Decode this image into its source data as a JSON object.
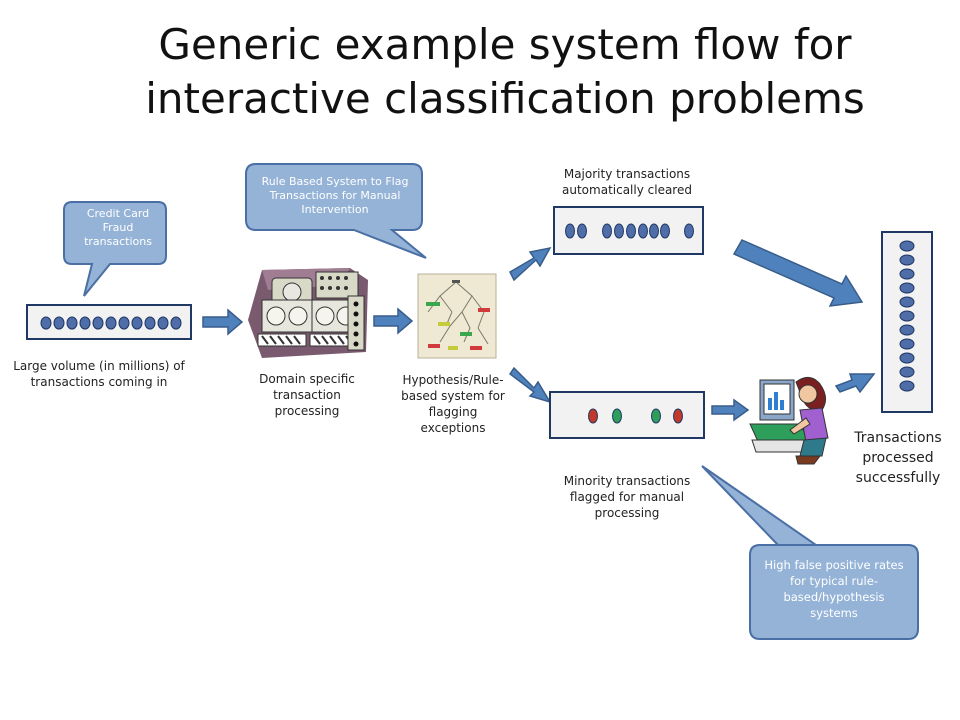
{
  "title_line1": "Generic example system flow for",
  "title_line2": "interactive classification problems",
  "callouts": {
    "credit_card": "Credit Card Fraud transactions",
    "rule_based": "Rule Based System to Flag Transactions for Manual Intervention",
    "false_positive": "High false positive rates for typical rule-based/hypothesis systems"
  },
  "labels": {
    "large_volume": "Large volume (in millions) of transactions coming in",
    "domain_specific": "Domain specific transaction processing",
    "hypothesis": "Hypothesis/Rule-based system for flagging exceptions",
    "majority": "Majority transactions automatically cleared",
    "minority": "Minority transactions flagged for manual processing",
    "processed": "Transactions processed successfully"
  },
  "colors": {
    "callout_fill": "#95b3d7",
    "callout_stroke": "#4a6fa5",
    "arrow_fill": "#4f81bd",
    "arrow_stroke": "#385d8a",
    "dot_blue": "#4f6da8",
    "dot_red": "#c0392b",
    "dot_green": "#2e9e5b",
    "box_fill": "#f2f2f2",
    "box_stroke": "#1f3864"
  },
  "icons": [
    "transaction-dot",
    "machine-icon",
    "decision-tree-icon",
    "operator-at-computer-icon",
    "arrow-icon"
  ]
}
